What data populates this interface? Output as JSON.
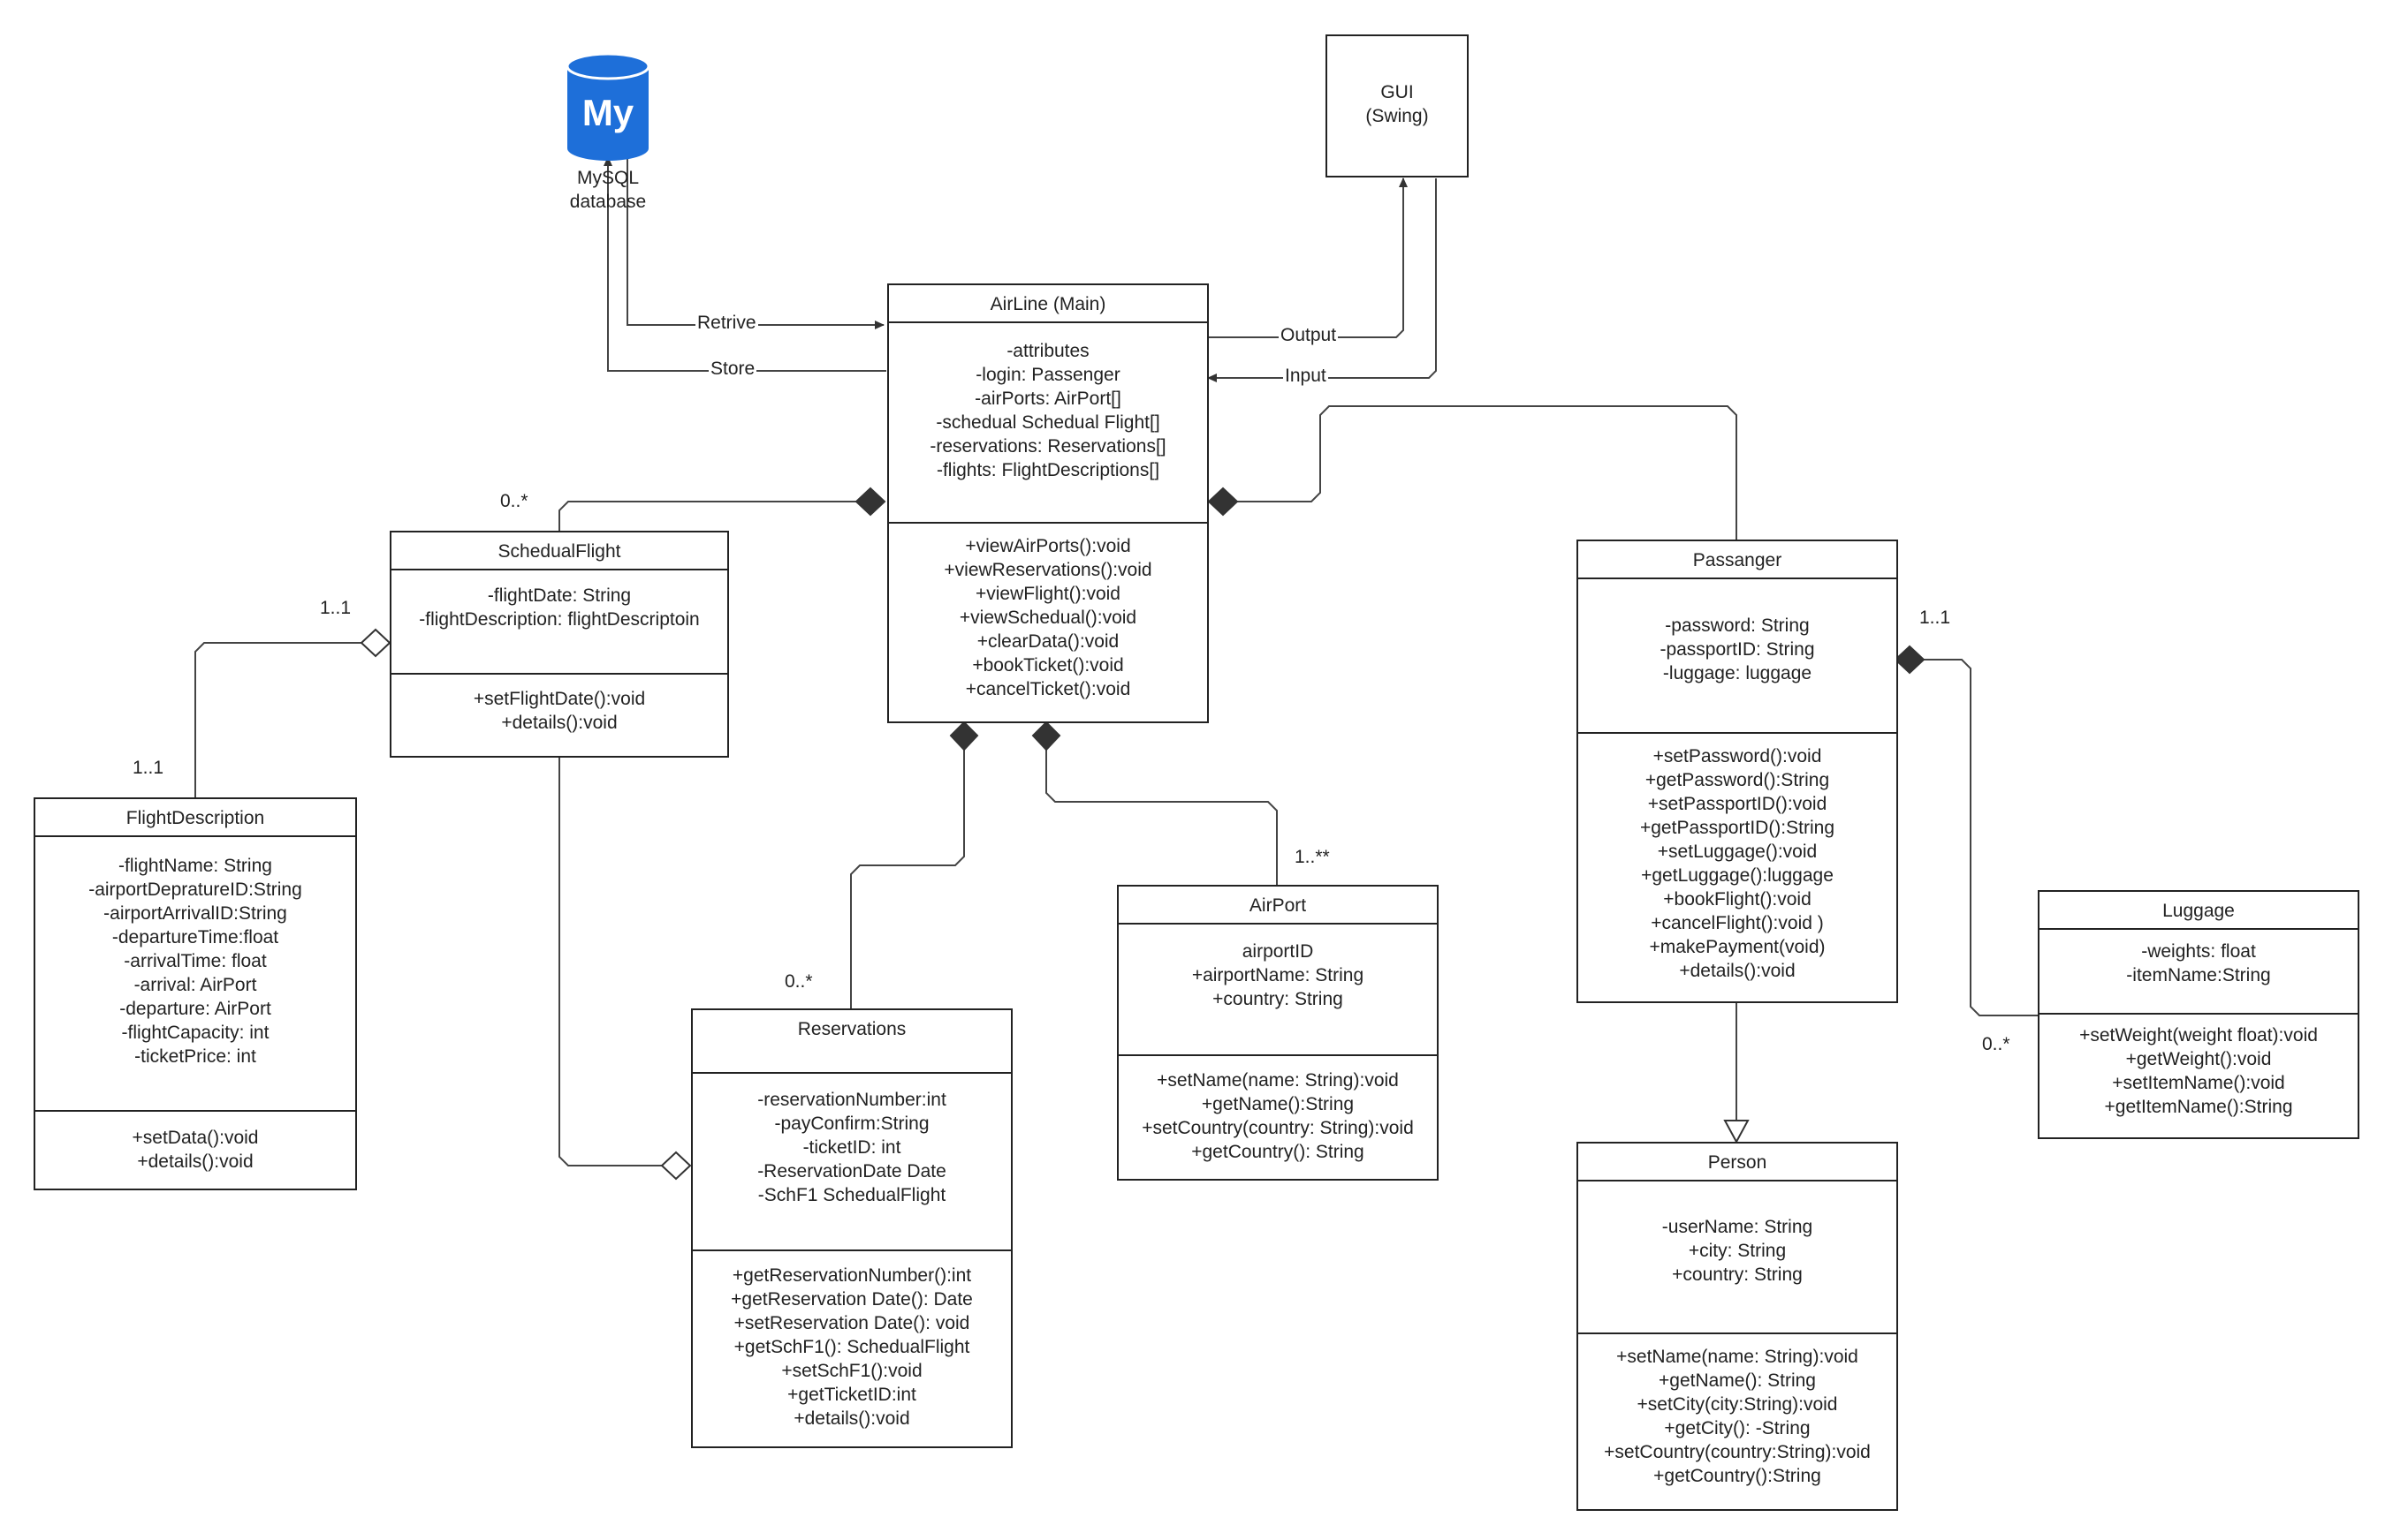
{
  "database": {
    "label_line1": "MySQL",
    "label_line2": "database",
    "logo_text": "My",
    "color": "#1e6fd9"
  },
  "gui": {
    "line1": "GUI",
    "line2": "(Swing)"
  },
  "connectors": {
    "retrive": "Retrive",
    "store": "Store",
    "output": "Output",
    "input": "Input",
    "m_schedual_top": "0..*",
    "m_flight_desc_top": "1..1",
    "m_flight_desc_bottom": "1..1",
    "m_reservations": "0..*",
    "m_airport": "1..**",
    "m_passanger_luggage": "1..1",
    "m_luggage": "0..*"
  },
  "classes": {
    "airline": {
      "name": "AirLine (Main)",
      "attributes": [
        "-attributes",
        "-login: Passenger",
        "-airPorts: AirPort[]",
        "-schedual Schedual Flight[]",
        "-reservations: Reservations[]",
        "-flights: FlightDescriptions[]"
      ],
      "methods": [
        "+viewAirPorts():void",
        "+viewReservations():void",
        "+viewFlight():void",
        "+viewSchedual():void",
        "+clearData():void",
        "+bookTicket():void",
        "+cancelTicket():void"
      ]
    },
    "schedual_flight": {
      "name": "SchedualFlight",
      "attributes": [
        "-flightDate: String",
        "-flightDescription: flightDescriptoin"
      ],
      "methods": [
        "+setFlightDate():void",
        "+details():void"
      ]
    },
    "flight_description": {
      "name": "FlightDescription",
      "attributes": [
        "-flightName: String",
        "-airportDepratureID:String",
        "-airportArrivalID:String",
        "-departureTime:float",
        "-arrivalTime: float",
        "-arrival: AirPort",
        "-departure: AirPort",
        "-flightCapacity: int",
        "-ticketPrice: int"
      ],
      "methods": [
        "+setData():void",
        "+details():void"
      ]
    },
    "reservations": {
      "name": "Reservations",
      "attributes": [
        "-reservationNumber:int",
        "-payConfirm:String",
        "-ticketID: int",
        "-ReservationDate Date",
        "-SchF1 SchedualFlight"
      ],
      "methods": [
        "+getReservationNumber():int",
        "+getReservation Date(): Date",
        "+setReservation Date(): void",
        "+getSchF1(): SchedualFlight",
        "+setSchF1():void",
        "+getTicketID:int",
        "+details():void"
      ]
    },
    "airport": {
      "name": "AirPort",
      "attributes": [
        "airportID",
        "+airportName: String",
        "+country: String"
      ],
      "methods": [
        "+setName(name: String):void",
        "+getName():String",
        "+setCountry(country: String):void",
        "+getCountry(): String"
      ]
    },
    "passanger": {
      "name": "Passanger",
      "attributes": [
        "-password: String",
        "-passportID: String",
        "-luggage: luggage"
      ],
      "methods": [
        "+setPassword():void",
        "+getPassword():String",
        "+setPassportID():void",
        "+getPassportID():String",
        "+setLuggage():void",
        "+getLuggage():luggage",
        "+bookFlight():void",
        "+cancelFlight():void )",
        "+makePayment(void)",
        "+details():void"
      ]
    },
    "person": {
      "name": "Person",
      "attributes": [
        "-userName: String",
        "+city: String",
        "+country: String"
      ],
      "methods": [
        "+setName(name: String):void",
        "+getName(): String",
        "+setCity(city:String):void",
        "+getCity(): -String",
        "+setCountry(country:String):void",
        "+getCountry():String"
      ]
    },
    "luggage": {
      "name": "Luggage",
      "attributes": [
        "-weights: float",
        "-itemName:String"
      ],
      "methods": [
        "+setWeight(weight float):void",
        "+getWeight():void",
        "+setItemName():void",
        "+getItemName():String"
      ]
    }
  }
}
